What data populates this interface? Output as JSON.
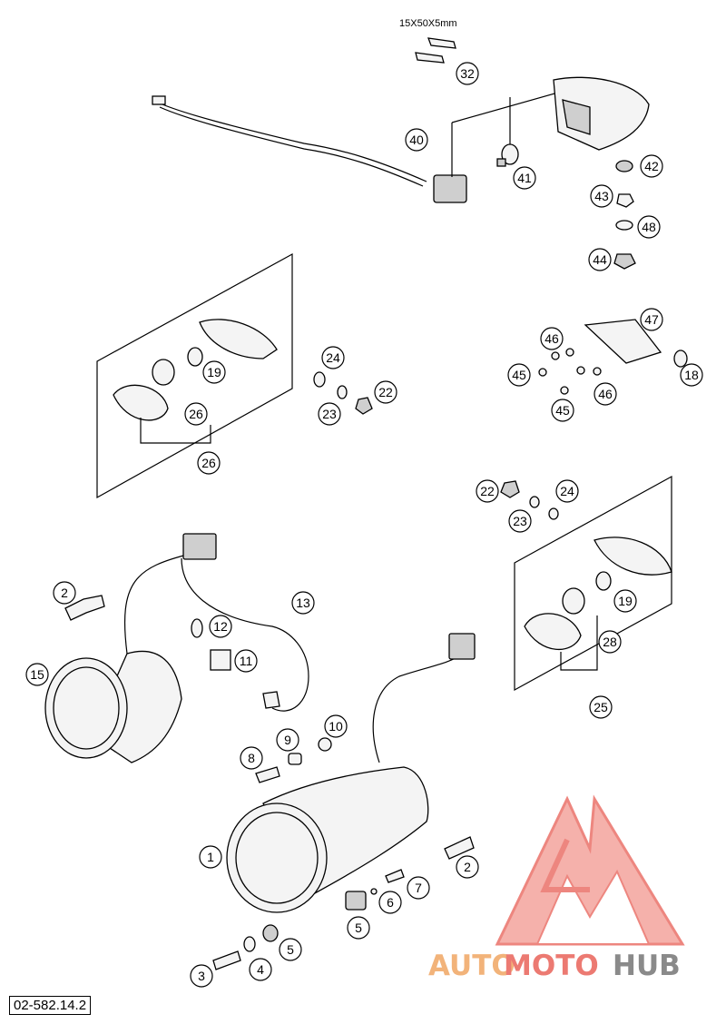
{
  "diagram": {
    "dimension_label": "15X50X5mm",
    "drawing_code": "02-582.14.2",
    "callouts": [
      {
        "id": "c32",
        "label": "32"
      },
      {
        "id": "c40",
        "label": "40"
      },
      {
        "id": "c41",
        "label": "41"
      },
      {
        "id": "c42",
        "label": "42"
      },
      {
        "id": "c43",
        "label": "43"
      },
      {
        "id": "c48",
        "label": "48"
      },
      {
        "id": "c44",
        "label": "44"
      },
      {
        "id": "c47",
        "label": "47"
      },
      {
        "id": "c46a",
        "label": "46"
      },
      {
        "id": "c45a",
        "label": "45"
      },
      {
        "id": "c46b",
        "label": "46"
      },
      {
        "id": "c45b",
        "label": "45"
      },
      {
        "id": "c18",
        "label": "18"
      },
      {
        "id": "c19a",
        "label": "19"
      },
      {
        "id": "c26a",
        "label": "26"
      },
      {
        "id": "c26b",
        "label": "26"
      },
      {
        "id": "c24a",
        "label": "24"
      },
      {
        "id": "c22a",
        "label": "22"
      },
      {
        "id": "c23a",
        "label": "23"
      },
      {
        "id": "c22b",
        "label": "22"
      },
      {
        "id": "c24b",
        "label": "24"
      },
      {
        "id": "c23b",
        "label": "23"
      },
      {
        "id": "c19b",
        "label": "19"
      },
      {
        "id": "c28",
        "label": "28"
      },
      {
        "id": "c25",
        "label": "25"
      },
      {
        "id": "c2a",
        "label": "2"
      },
      {
        "id": "c13",
        "label": "13"
      },
      {
        "id": "c12",
        "label": "12"
      },
      {
        "id": "c11",
        "label": "11"
      },
      {
        "id": "c15",
        "label": "15"
      },
      {
        "id": "c10",
        "label": "10"
      },
      {
        "id": "c9",
        "label": "9"
      },
      {
        "id": "c8",
        "label": "8"
      },
      {
        "id": "c1",
        "label": "1"
      },
      {
        "id": "c2b",
        "label": "2"
      },
      {
        "id": "c7",
        "label": "7"
      },
      {
        "id": "c6",
        "label": "6"
      },
      {
        "id": "c5a",
        "label": "5"
      },
      {
        "id": "c5b",
        "label": "5"
      },
      {
        "id": "c4",
        "label": "4"
      },
      {
        "id": "c3",
        "label": "3"
      }
    ]
  },
  "watermark": {
    "part1": "AUTO",
    "part2": "MOTO",
    "part3": "HUB",
    "color_orange": "#f2b37a",
    "color_red": "#ec7a72",
    "color_gray": "#8a8a8a"
  }
}
